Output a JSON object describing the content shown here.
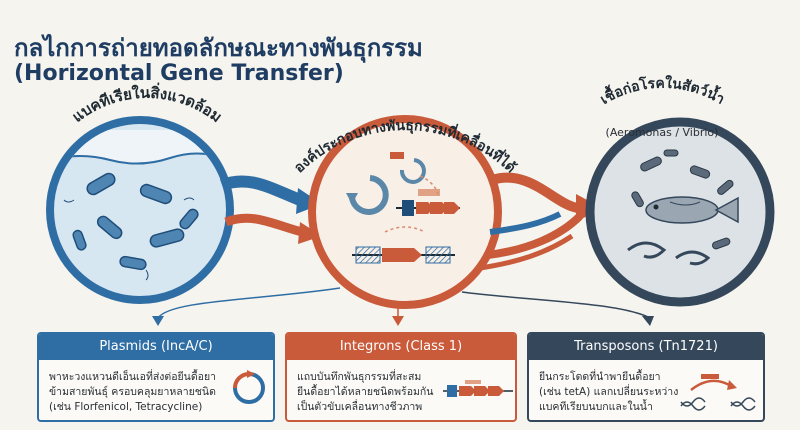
{
  "title": {
    "thai": "กลไกการถ่ายทอดลักษณะทางพันธุกรรม",
    "english": "(Horizontal Gene Transfer)"
  },
  "stages": {
    "environment": {
      "label": "แบคทีเรียในสิ่งแวดล้อม"
    },
    "mobile_elements": {
      "label": "องค์ประกอบทางพันธุกรรมที่เคลื่อนที่ได้"
    },
    "pathogens": {
      "label": "เชื้อก่อโรคในสัตว์น้ำ",
      "sublabel": "(Aeromonas / Vibrio)"
    }
  },
  "panels": [
    {
      "title": "Plasmids (IncA/C)",
      "lines": [
        "พาหะวงแหวนดีเอ็นเอที่ส่งต่อยีนดื้อยา",
        "ข้ามสายพันธุ์ ครอบคลุมยาหลายชนิด",
        "(เช่น Florfenicol, Tetracycline)"
      ]
    },
    {
      "title": "Integrons (Class 1)",
      "lines": [
        "แถบบันทึกพันธุกรรมที่สะสม",
        "ยีนดื้อยาได้หลายชนิดพร้อมกัน",
        "เป็นตัวขับเคลื่อนทางชีวภาพ"
      ]
    },
    {
      "title": "Transposons (Tn1721)",
      "lines": [
        "ยีนกระโดดที่นำพายีนดื้อยา",
        "(เช่น tetA) แลกเปลี่ยนระหว่าง",
        "แบคทีเรียบนบกและในน้ำ"
      ]
    }
  ],
  "colors": {
    "blue": "#2f6ea4",
    "orange": "#c95a3a",
    "navy": "#35475a",
    "title": "#1f3d63"
  },
  "icons": [
    "bacteria-icon",
    "plasmid-icon",
    "gene-cassette-icon",
    "dna-helix-icon",
    "fish-icon",
    "shrimp-icon"
  ]
}
